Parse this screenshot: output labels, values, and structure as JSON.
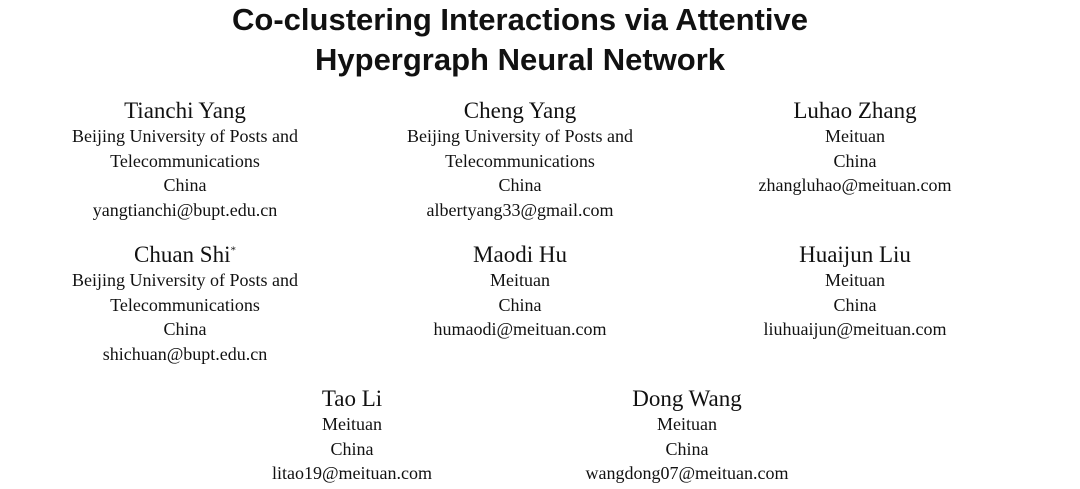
{
  "title_lines": [
    "Co-clustering Interactions via Attentive",
    "Hypergraph Neural Network"
  ],
  "authors": [
    {
      "name": "Tianchi Yang",
      "mark": "",
      "lines": [
        "Beijing University of Posts and",
        "Telecommunications",
        "China",
        "yangtianchi@bupt.edu.cn"
      ]
    },
    {
      "name": "Cheng Yang",
      "mark": "",
      "lines": [
        "Beijing University of Posts and",
        "Telecommunications",
        "China",
        "albertyang33@gmail.com"
      ]
    },
    {
      "name": "Luhao Zhang",
      "mark": "",
      "lines": [
        "Meituan",
        "China",
        "zhangluhao@meituan.com"
      ]
    },
    {
      "name": "Chuan Shi",
      "mark": "*",
      "lines": [
        "Beijing University of Posts and",
        "Telecommunications",
        "China",
        "shichuan@bupt.edu.cn"
      ]
    },
    {
      "name": "Maodi Hu",
      "mark": "",
      "lines": [
        "Meituan",
        "China",
        "humaodi@meituan.com"
      ]
    },
    {
      "name": "Huaijun Liu",
      "mark": "",
      "lines": [
        "Meituan",
        "China",
        "liuhuaijun@meituan.com"
      ]
    },
    {
      "name": "Tao Li",
      "mark": "",
      "lines": [
        "Meituan",
        "China",
        "litao19@meituan.com"
      ]
    },
    {
      "name": "Dong Wang",
      "mark": "",
      "lines": [
        "Meituan",
        "China",
        "wangdong07@meituan.com"
      ]
    }
  ]
}
